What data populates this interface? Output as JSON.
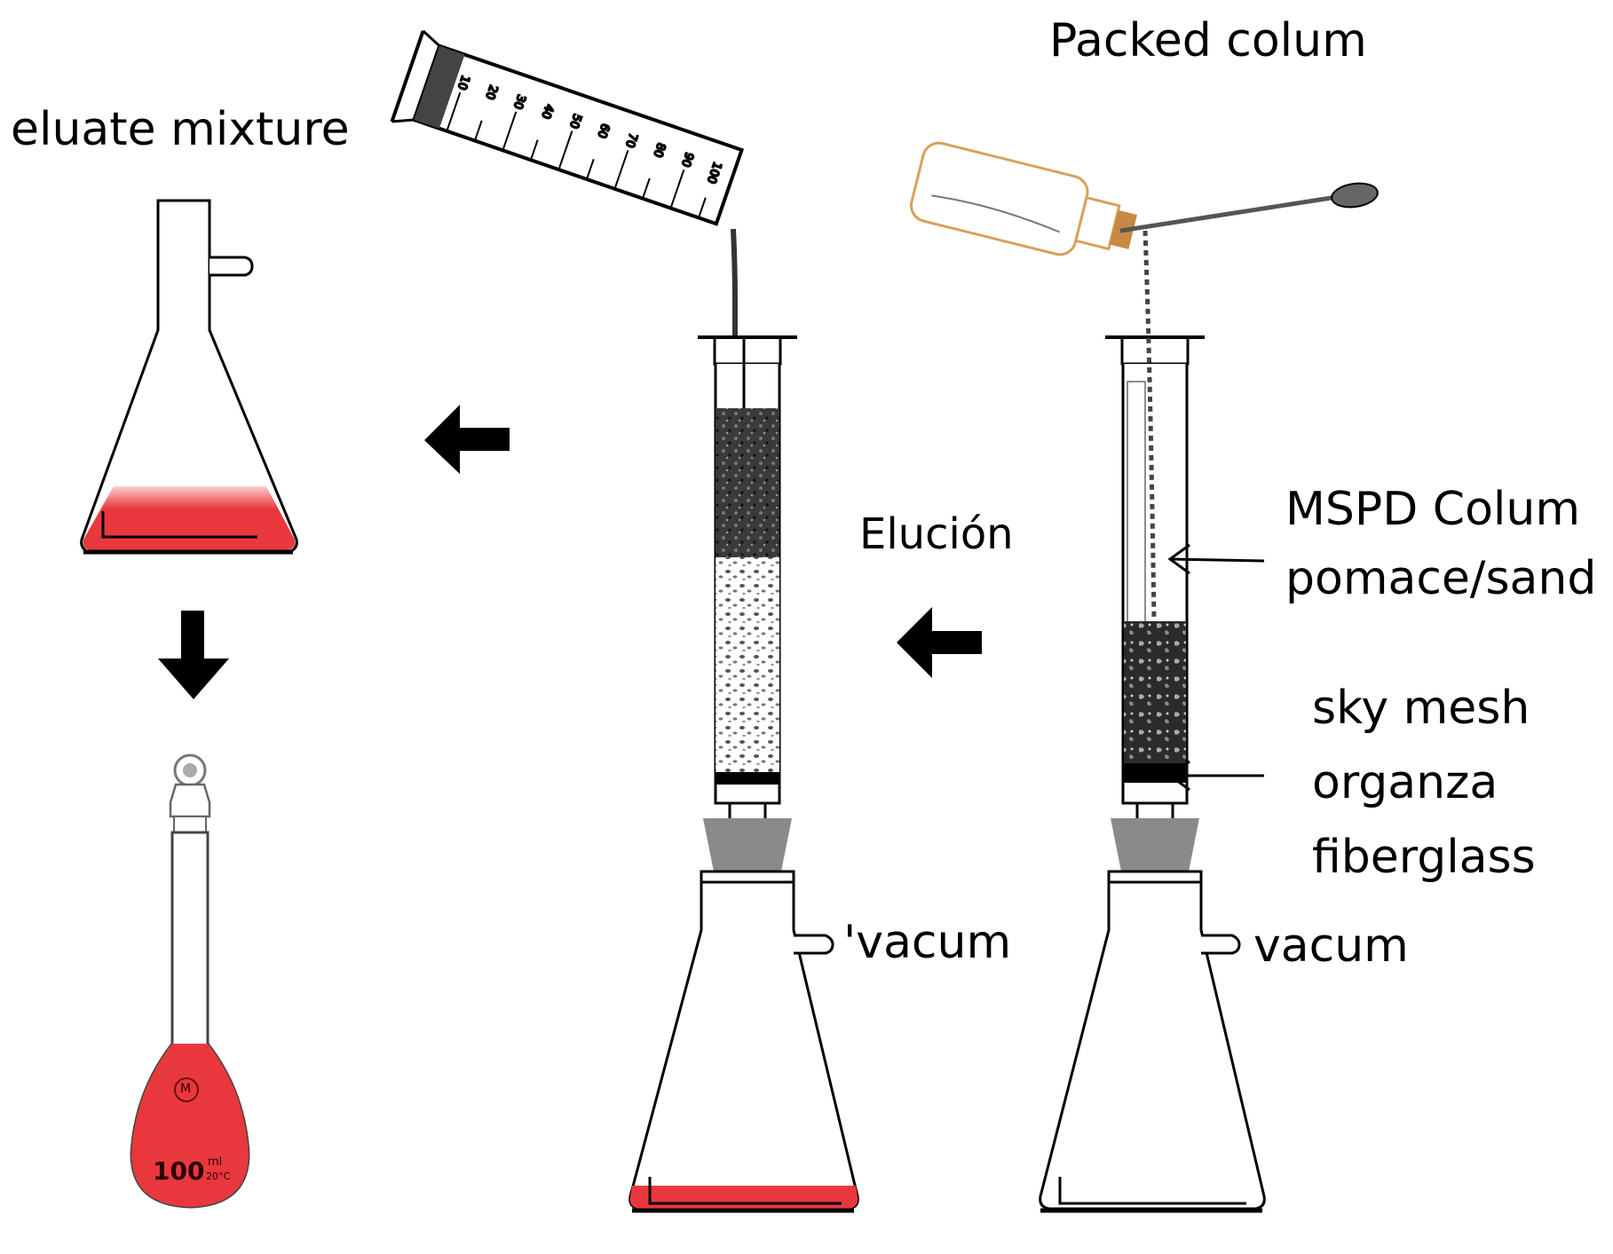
{
  "labels": {
    "packed_column": "Packed colum",
    "eluate_mixture": "eluate mixture",
    "elution": "Elución",
    "mspd_column": "MSPD Colum",
    "pomace_sand": "pomace/sand",
    "sky_mesh": "sky mesh",
    "organza": "organza",
    "fiberglass": "fiberglass",
    "vacuum_middle": "'vacum",
    "vacuum_right": "vacum"
  },
  "flask_markings": {
    "volume": "100",
    "unit_top": "ml",
    "unit_bottom": "20°C",
    "logo": "M"
  },
  "cylinder_markings": [
    "10",
    "20",
    "30",
    "40",
    "50",
    "60",
    "70",
    "80",
    "90",
    "100"
  ],
  "colors": {
    "eluate": "#e8383d",
    "stopper": "#8a8a8a",
    "bottle": "#d9a05a",
    "outline": "#000000"
  },
  "icons": [
    "arrow-left-icon",
    "arrow-down-icon",
    "arrow-left-icon",
    "pointer-arrow-icon"
  ]
}
